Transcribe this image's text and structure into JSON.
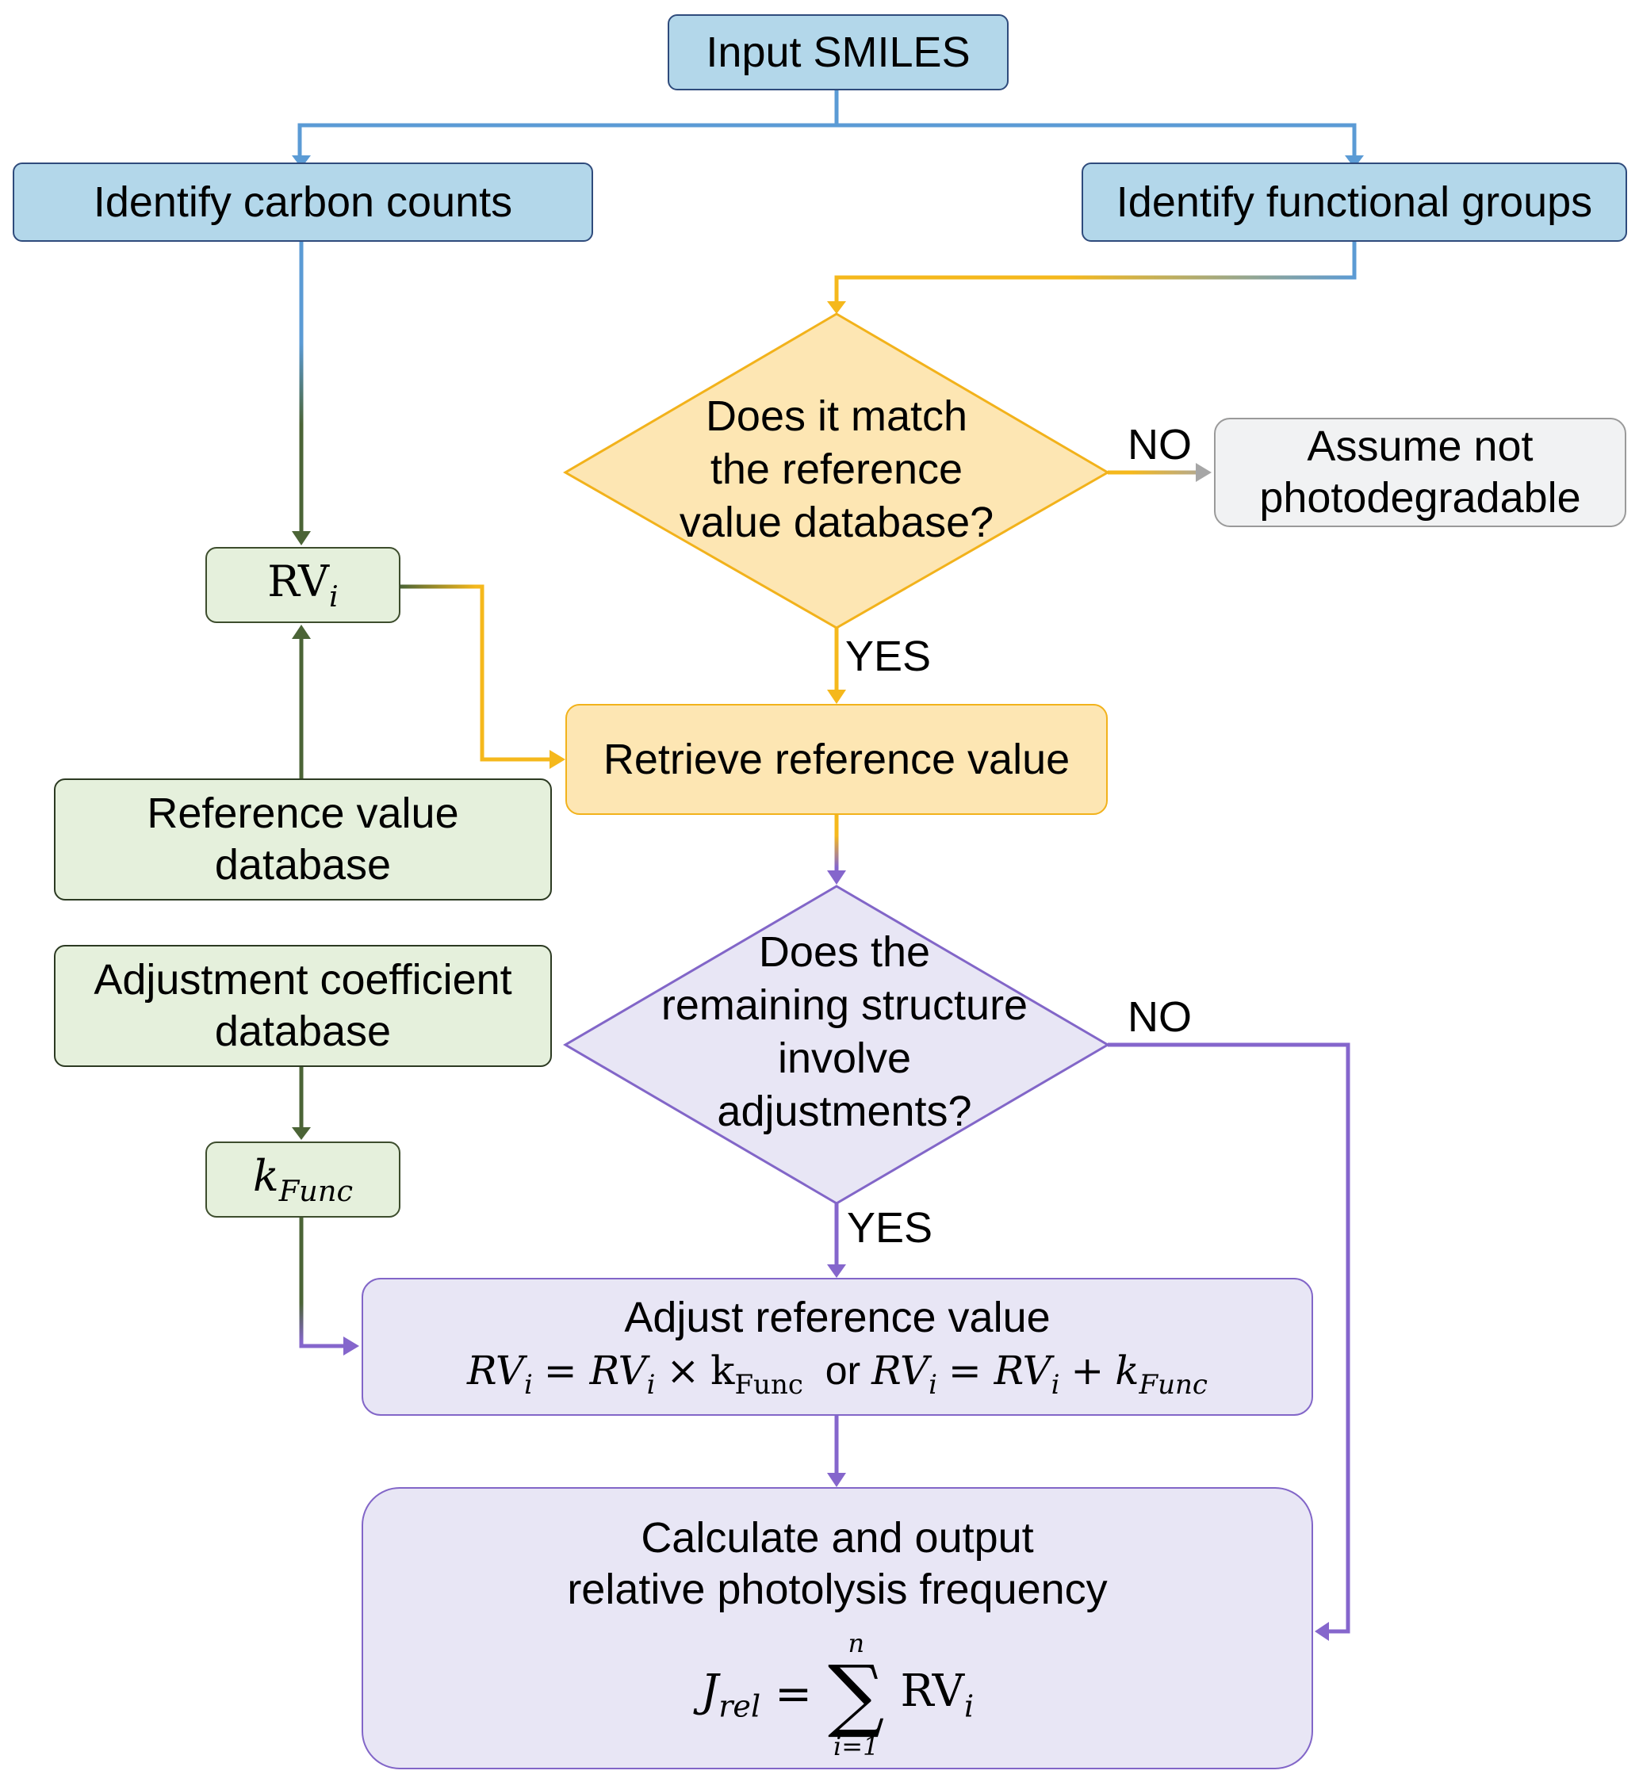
{
  "nodes": {
    "input": "Input SMILES",
    "carbon": "Identify carbon counts",
    "functional": "Identify functional groups",
    "rv_node": {
      "base": "RV",
      "sub": "i"
    },
    "ref_db": [
      "Reference value",
      "database"
    ],
    "adj_db": [
      "Adjustment coefficient",
      "database"
    ],
    "kfunc_node": {
      "base": "k",
      "sub": "Func"
    },
    "decision1": [
      "Does it match",
      "the reference",
      "value database?"
    ],
    "not_photo": [
      "Assume not",
      "photodegradable"
    ],
    "retrieve": "Retrieve reference value",
    "decision2": [
      "Does the",
      "remaining structure",
      "involve",
      "adjustments?"
    ],
    "adjust": {
      "title": "Adjust reference value",
      "eq1_lhs": "RV",
      "eq1_lhs_sub": "i",
      "eq1_rhs1": "RV",
      "eq1_rhs1_sub": "i",
      "eq1_op": "×",
      "eq1_k": "k",
      "eq1_k_sub": "Func",
      "connector": "or",
      "eq2_lhs": "RV",
      "eq2_lhs_sub": "i",
      "eq2_rhs1": "RV",
      "eq2_rhs1_sub": "i",
      "eq2_op": "+",
      "eq2_k": "k",
      "eq2_k_sub": "Func"
    },
    "calculate": {
      "lines": [
        "Calculate and output",
        "relative photolysis frequency"
      ],
      "j": "J",
      "j_sub": "rel",
      "eq": "=",
      "upper": "n",
      "lower": "i=1",
      "sigma": "∑",
      "rv": "RV",
      "rv_sub": "i"
    }
  },
  "labels": {
    "no1": "NO",
    "yes1": "YES",
    "no2": "NO",
    "yes2": "YES"
  },
  "colors": {
    "blue": "#5b9bd5",
    "orange": "#f5b81c",
    "green": "#4b6436",
    "purple": "#8566cc",
    "grey": "#a6a6a6"
  }
}
